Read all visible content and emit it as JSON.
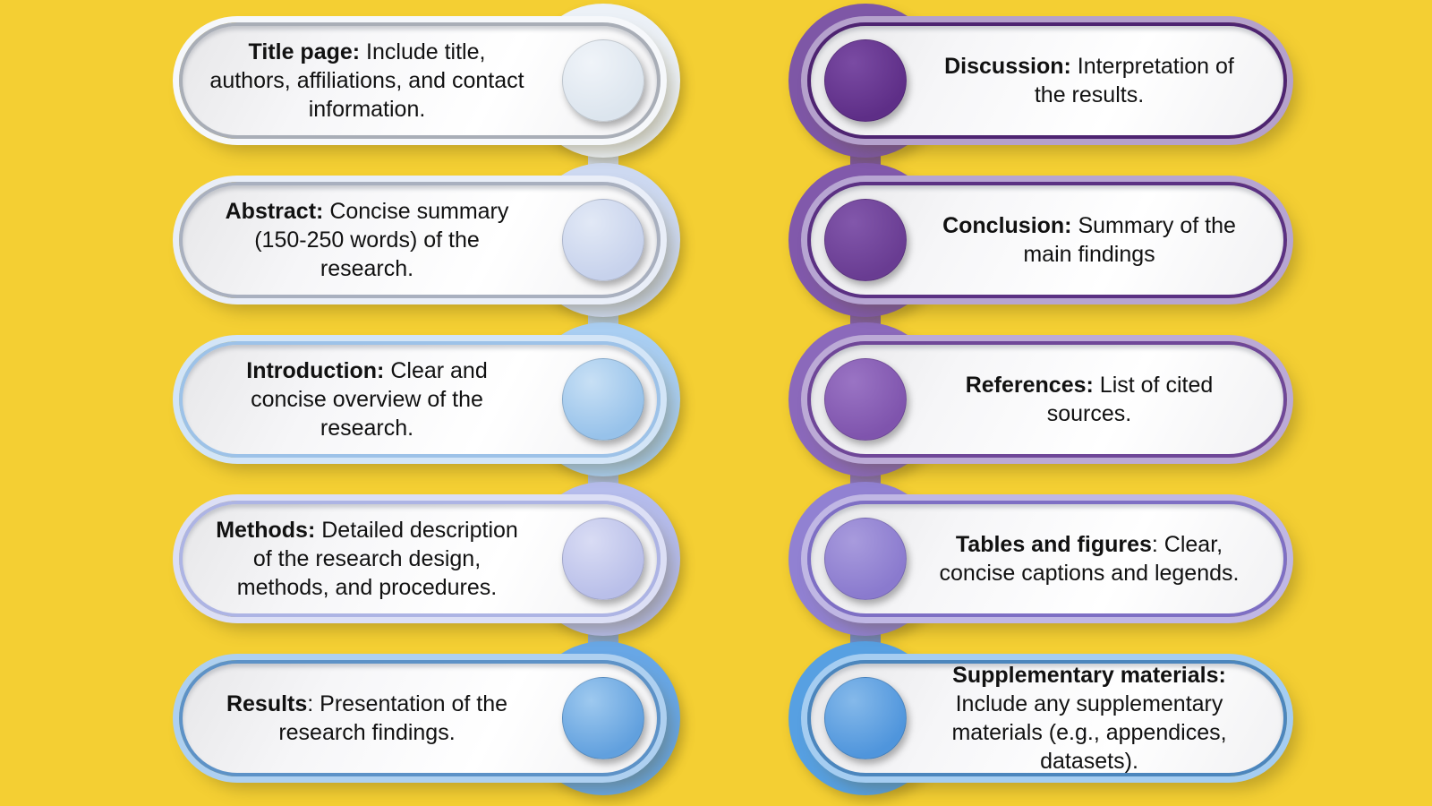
{
  "canvas": {
    "background": "#F4CF33",
    "text_color": "#111111"
  },
  "columns": {
    "left": {
      "items": [
        {
          "label": "Title page:",
          "description": " Include title, authors, affiliations, and contact information.",
          "colors": {
            "ring": "#ecf1f7",
            "halo": "#f6f8fb",
            "border": "#a9aeb7",
            "circle": "#dce5ee",
            "circle_light": "#f0f4f9"
          }
        },
        {
          "label": "Abstract:",
          "description": " Concise summary (150-250 words) of the research.",
          "colors": {
            "ring": "#cdd9f1",
            "halo": "#e9eef8",
            "border": "#a9b0bf",
            "circle": "#c7d2ec",
            "circle_light": "#e2e9f6"
          }
        },
        {
          "label": "Introduction:",
          "description": " Clear and concise overview of the research.",
          "colors": {
            "ring": "#a9cef2",
            "halo": "#d3e5f7",
            "border": "#9dc2e8",
            "circle": "#97c2ea",
            "circle_light": "#c8e0f5"
          }
        },
        {
          "label": "Methods:",
          "description": " Detailed description of the research design, methods, and procedures.",
          "colors": {
            "ring": "#b5bcec",
            "halo": "#dcdff5",
            "border": "#adb4e4",
            "circle": "#b9bfe9",
            "circle_light": "#d9dcf4"
          }
        },
        {
          "label": "Results",
          "description": ": Presentation of the research findings.",
          "colors": {
            "ring": "#68a7e6",
            "halo": "#aed0f0",
            "border": "#5d92c7",
            "circle": "#61a0de",
            "circle_light": "#9ec9ef"
          }
        }
      ],
      "connectors": [
        {
          "from": "#e4ecf5",
          "to": "#cdd9f1"
        },
        {
          "from": "#cfdcf2",
          "to": "#a9cef2"
        },
        {
          "from": "#a9cef2",
          "to": "#b5bcec"
        },
        {
          "from": "#b5bcec",
          "to": "#68a7e6"
        }
      ]
    },
    "right": {
      "items": [
        {
          "label": "Discussion:",
          "description": " Interpretation of the results.",
          "colors": {
            "ring": "#7e57a6",
            "halo": "#b5a1cc",
            "border": "#4e2471",
            "circle": "#5e2e87",
            "circle_light": "#7a4ba3"
          }
        },
        {
          "label": "Conclusion:",
          "description": " Summary of the main findings",
          "colors": {
            "ring": "#8159ab",
            "halo": "#b7a5d2",
            "border": "#5b3183",
            "circle": "#693c92",
            "circle_light": "#8257ab"
          }
        },
        {
          "label": "References:",
          "description": " List of cited sources.",
          "colors": {
            "ring": "#8b69bb",
            "halo": "#bcaad6",
            "border": "#6f4798",
            "circle": "#7f54ad",
            "circle_light": "#9a74c4"
          }
        },
        {
          "label": "Tables and figures",
          "description": ": Clear, concise captions and legends.",
          "colors": {
            "ring": "#9181d2",
            "halo": "#c0b7e4",
            "border": "#7e6fc4",
            "circle": "#8a7ace",
            "circle_light": "#a89bdd"
          }
        },
        {
          "label": "Supplementary materials:",
          "description": " Include any supplementary materials (e.g., appendices, datasets).",
          "colors": {
            "ring": "#57a0e2",
            "halo": "#a5cdf1",
            "border": "#4c86bd",
            "circle": "#4f95dc",
            "circle_light": "#85b9ea"
          }
        }
      ],
      "connectors": [
        {
          "from": "#7e57a6",
          "to": "#8159ab"
        },
        {
          "from": "#8159ab",
          "to": "#8b69bb"
        },
        {
          "from": "#8b69bb",
          "to": "#9181d2"
        },
        {
          "from": "#9181d2",
          "to": "#57a0e2"
        }
      ]
    }
  }
}
